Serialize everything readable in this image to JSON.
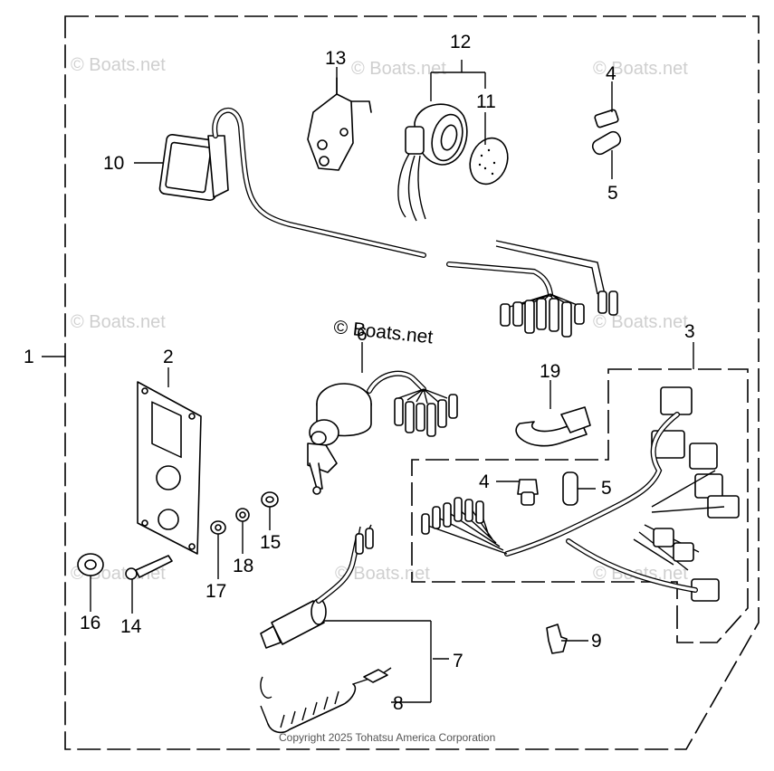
{
  "diagram": {
    "watermark": "© Boats.net",
    "watermark_center": "© Boats.net",
    "copyright": "Copyright 2025 Tohatsu America Corporation",
    "callouts": {
      "c1": "1",
      "c2": "2",
      "c3": "3",
      "c4a": "4",
      "c4b": "4",
      "c5a": "5",
      "c5b": "5",
      "c6": "6",
      "c7": "7",
      "c8": "8",
      "c9": "9",
      "c10": "10",
      "c11": "11",
      "c12": "12",
      "c13": "13",
      "c14": "14",
      "c15": "15",
      "c16": "16",
      "c17": "17",
      "c18": "18",
      "c19": "19"
    }
  }
}
